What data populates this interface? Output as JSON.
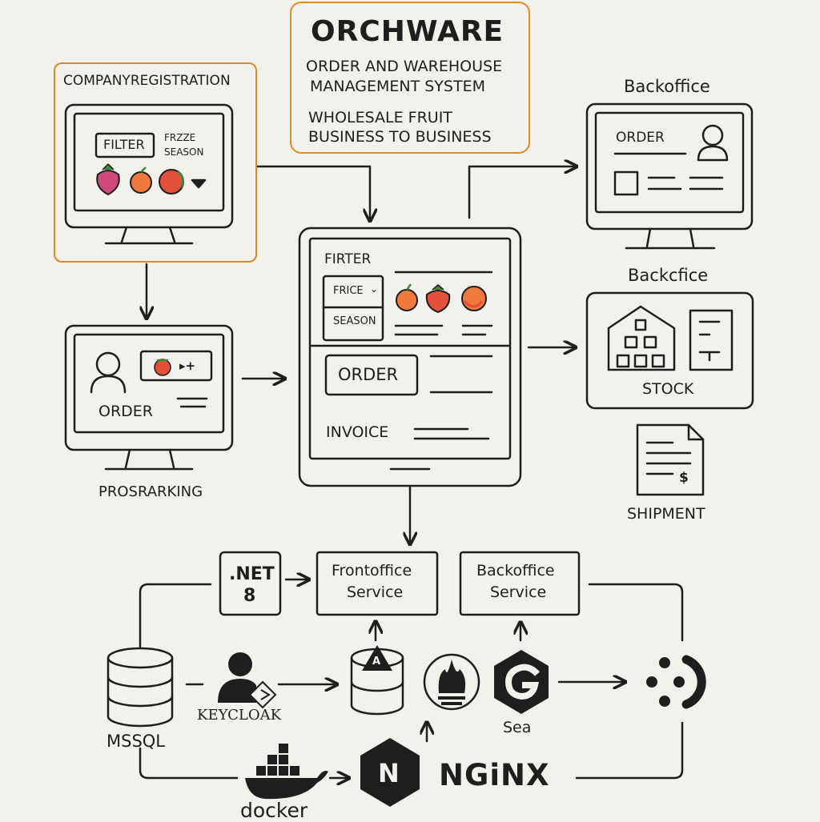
{
  "header": {
    "title": "ORCHWARE",
    "subtitle_line1": "ORDER AND WAREHOUSE",
    "subtitle_line2": "MANAGEMENT SYSTEM",
    "tagline_line1": "WHOLESALE FRUIT",
    "tagline_line2": "BUSINESS TO BUSINESS"
  },
  "registration": {
    "title": "COMPANYREGISTRATION",
    "filter_label": "FILTER",
    "filter_opt1": "FRZZE",
    "filter_opt2": "SEASON"
  },
  "order_screen": {
    "order_label": "ORDER",
    "caption": "PROSRARKING",
    "cart_text": "▸+"
  },
  "tablet": {
    "filter_title": "FIRTER",
    "price_label": "FRICE",
    "season_label": "SEASON",
    "order_button": "ORDER",
    "invoice_label": "INVOICE"
  },
  "backoffice_order": {
    "title": "Backoffice",
    "order_label": "ORDER"
  },
  "backoffice_stock": {
    "title": "Backcfice",
    "stock_label": "STOCK"
  },
  "shipment": {
    "label": "SHIPMENT",
    "doc_symbol": "$"
  },
  "services": {
    "net_line1": ".NET",
    "net_line2": "8",
    "frontoffice_line1": "Frontoffice",
    "frontoffice_line2": "Service",
    "backoffice_line1": "Backoffice",
    "backoffice_line2": "Service"
  },
  "infra": {
    "mssql": "MSSQL",
    "keycloak": "KEYCLOAK",
    "db_badge": "A",
    "sea": "Sea",
    "docker": "docker",
    "nginx": "NGiNX",
    "nginx_mark": "N"
  },
  "colors": {
    "ink": "#1e1e1e",
    "accent_orange": "#e08a2a",
    "fruit_orange": "#f07a3c",
    "fruit_red": "#e2503a",
    "fruit_pink": "#cf4a7a",
    "leaf_green": "#3f8a3a",
    "background": "#f3f1ec"
  },
  "icons": [
    "monitor-icon",
    "tablet-icon",
    "user-icon",
    "strawberry-icon",
    "orange-icon",
    "tomato-icon",
    "warehouse-icon",
    "document-icon",
    "invoice-icon",
    "database-icon",
    "keycloak-icon",
    "docker-icon",
    "nginx-icon",
    "gitea-icon",
    "circle-dots-icon",
    "chevron-down-icon"
  ]
}
